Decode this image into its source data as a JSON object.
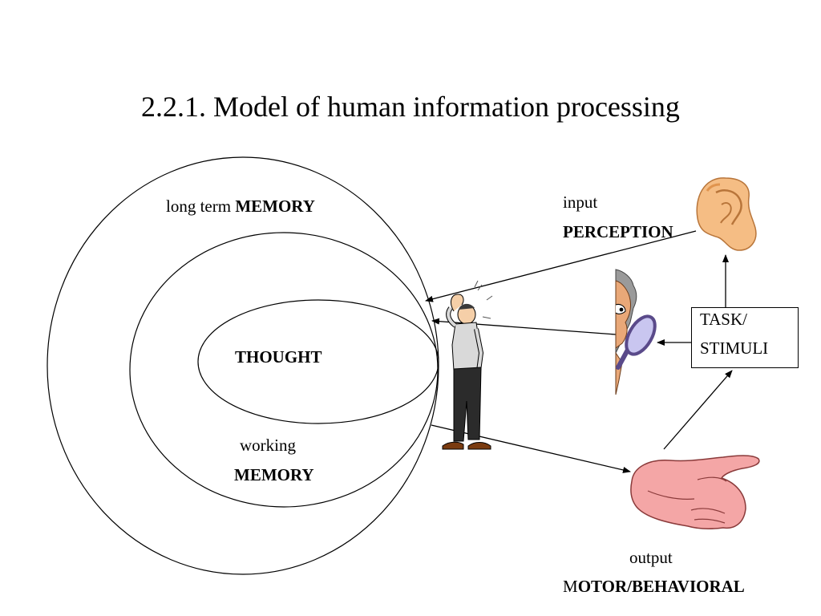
{
  "title": "2.2.1. Model of human information processing",
  "memory": {
    "long_term_prefix": "long term",
    "long_term_bold": "MEMORY",
    "working_line1": "working",
    "working_line2": "MEMORY",
    "thought": "THOUGHT"
  },
  "input": {
    "label": "input",
    "bold": "PERCEPTION"
  },
  "task": {
    "line1": "TASK/",
    "line2": "STIMULI"
  },
  "output": {
    "label": "output",
    "bold_prefix": "M",
    "bold_rest": "OTOR/BEHAVIORAL"
  },
  "icons": [
    "ear-icon",
    "magnifier-face-icon",
    "open-hand-icon",
    "thinking-man-icon"
  ],
  "colors": {
    "skin": "#f5bd84",
    "hand": "#f4a6a6",
    "lens": "#c9c6f0",
    "shirt": "#d9d9d9",
    "pants": "#2b2b2b"
  }
}
